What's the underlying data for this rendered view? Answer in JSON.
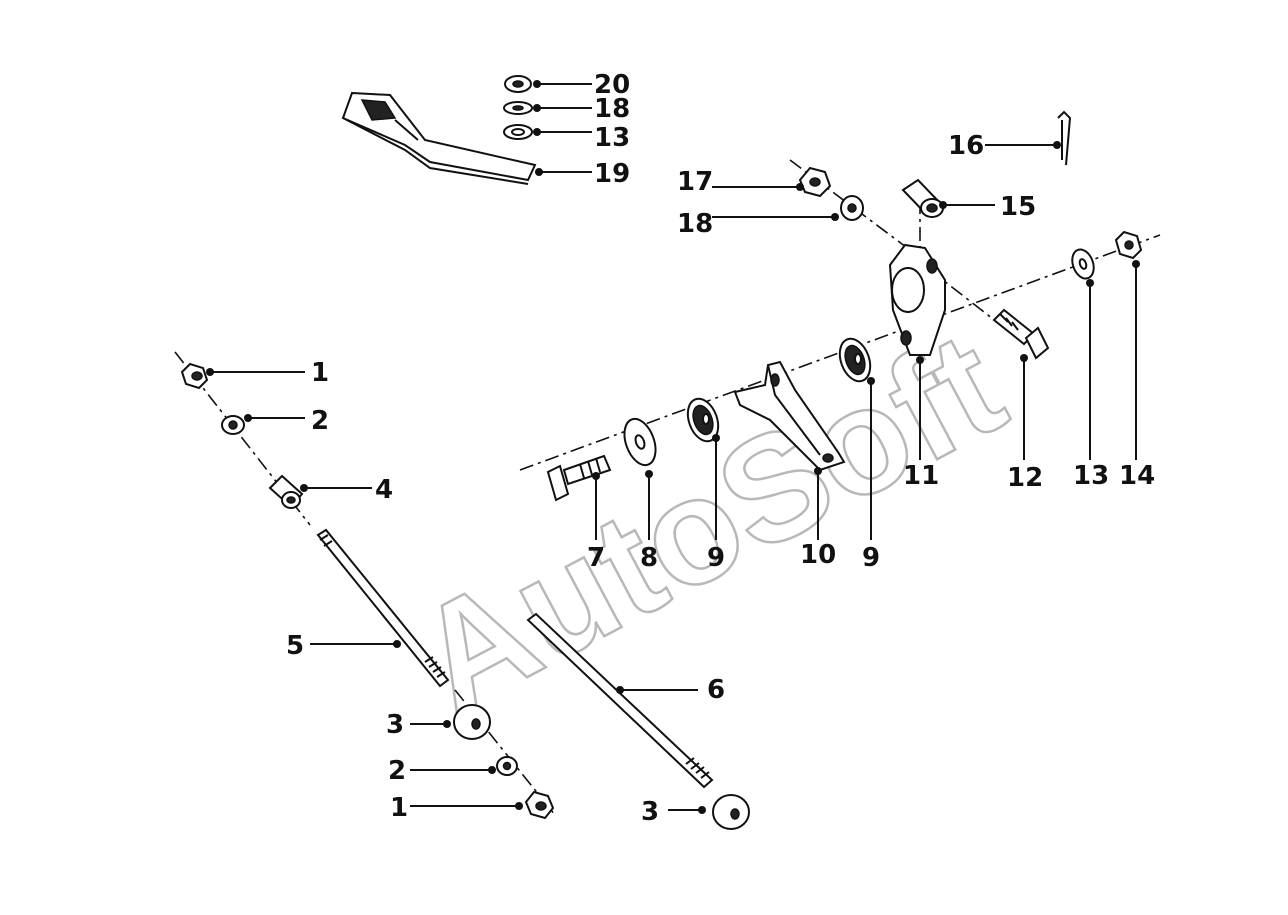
{
  "watermark": "AutoSoft",
  "callouts": {
    "c20": "20",
    "c18a": "18",
    "c13a": "13",
    "c19": "19",
    "c16": "16",
    "c17": "17",
    "c15": "15",
    "c18b": "18",
    "c1a": "1",
    "c2a": "2",
    "c4": "4",
    "c5": "5",
    "c3a": "3",
    "c2b": "2",
    "c1b": "1",
    "c6": "6",
    "c3b": "3",
    "c7": "7",
    "c8": "8",
    "c9a": "9",
    "c10": "10",
    "c9b": "9",
    "c11": "11",
    "c12": "12",
    "c13b": "13",
    "c14": "14"
  },
  "colors": {
    "ink": "#111111",
    "watermark": "#b8b8b8",
    "background": "#ffffff"
  }
}
